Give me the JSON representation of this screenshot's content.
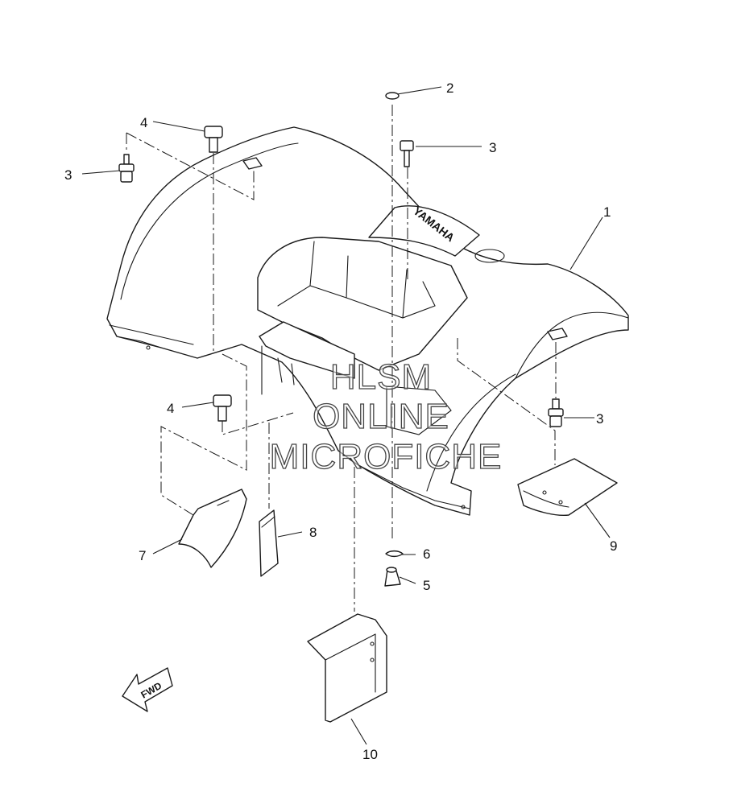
{
  "callouts": [
    {
      "id": "1",
      "label": "1"
    },
    {
      "id": "2",
      "label": "2"
    },
    {
      "id": "3a",
      "label": "3"
    },
    {
      "id": "3b",
      "label": "3"
    },
    {
      "id": "3c",
      "label": "3"
    },
    {
      "id": "4a",
      "label": "4"
    },
    {
      "id": "4b",
      "label": "4"
    },
    {
      "id": "5",
      "label": "5"
    },
    {
      "id": "6",
      "label": "6"
    },
    {
      "id": "7",
      "label": "7"
    },
    {
      "id": "8",
      "label": "8"
    },
    {
      "id": "9",
      "label": "9"
    },
    {
      "id": "10",
      "label": "10"
    }
  ],
  "fender_logo": "YAMAHA",
  "direction_arrow": "FWD",
  "watermark": {
    "line1": "HLSM",
    "line2": "ONLINE",
    "line3": "MICROFICHE"
  }
}
